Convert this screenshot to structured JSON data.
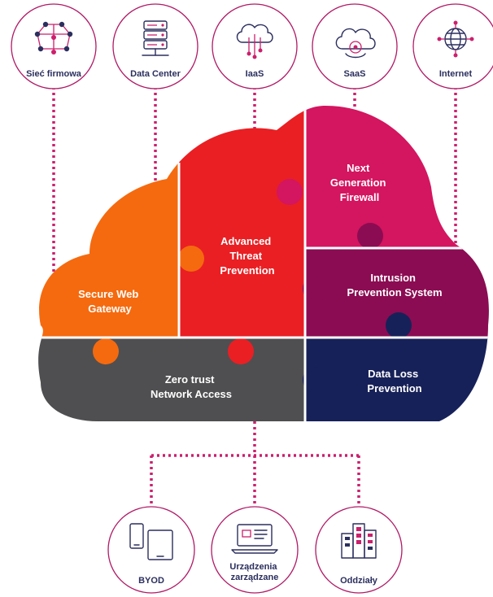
{
  "top_nodes": [
    {
      "label": "Sieć firmowa",
      "icon": "network-nodes-icon"
    },
    {
      "label": "Data Center",
      "icon": "server-rack-icon"
    },
    {
      "label": "IaaS",
      "icon": "cloud-circuit-icon"
    },
    {
      "label": "SaaS",
      "icon": "cloud-gear-icon"
    },
    {
      "label": "Internet",
      "icon": "globe-network-icon"
    }
  ],
  "bottom_nodes": [
    {
      "label": "BYOD",
      "icon": "mobile-devices-icon"
    },
    {
      "label_lines": [
        "Urządzenia",
        "zarządzane"
      ],
      "icon": "laptop-icon"
    },
    {
      "label": "Oddziały",
      "icon": "buildings-icon"
    }
  ],
  "pieces": {
    "swg": {
      "lines": [
        "Secure Web",
        "Gateway"
      ],
      "color": "#f56a0f"
    },
    "atp": {
      "lines": [
        "Advanced",
        "Threat",
        "Prevention"
      ],
      "color": "#ea1f23"
    },
    "ngfw": {
      "lines": [
        "Next",
        "Generation",
        "Firewall"
      ],
      "color": "#d4155f"
    },
    "ips": {
      "lines": [
        "Intrusion",
        "Prevention System"
      ],
      "color": "#8b0c52"
    },
    "ztna": {
      "lines": [
        "Zero trust",
        "Network Access"
      ],
      "color": "#4f4f51"
    },
    "dlp": {
      "lines": [
        "Data Loss",
        "Prevention"
      ],
      "color": "#172159"
    }
  },
  "colors": {
    "connector": "#cc1f6d",
    "ring": "#b01a66",
    "label": "#2b2f5e"
  }
}
